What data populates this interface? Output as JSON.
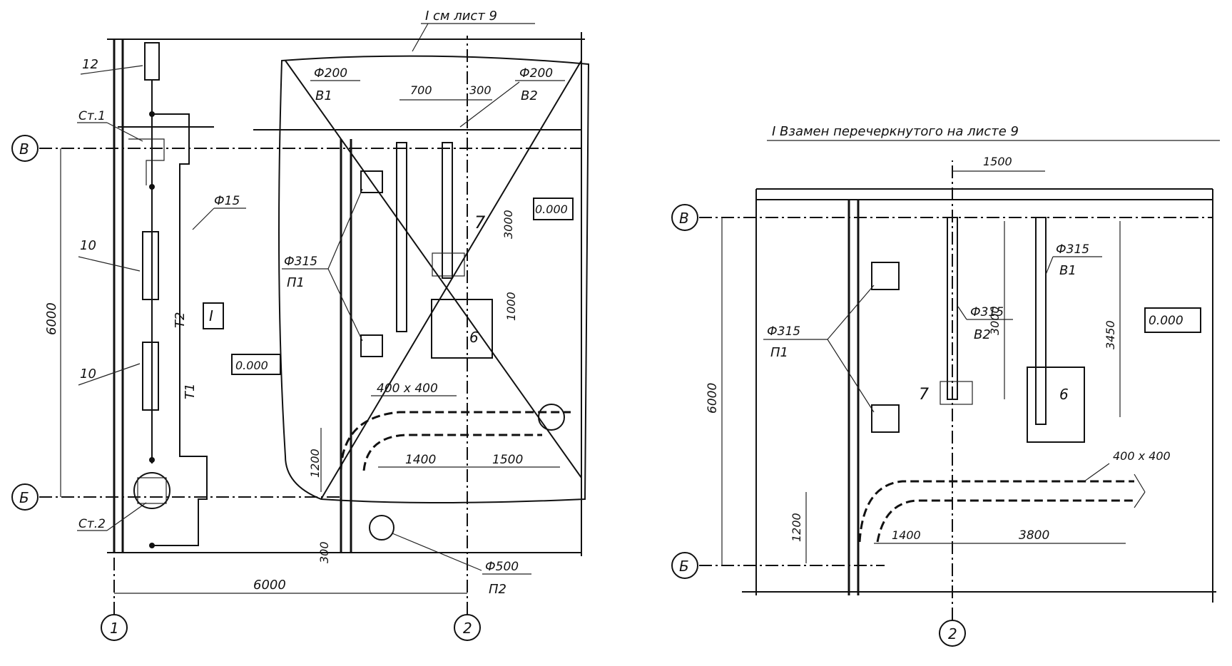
{
  "left_plan": {
    "reference_top": "I см лист 9",
    "axis_labels": {
      "B": "В",
      "Б": "Б",
      "1": "1",
      "2": "2"
    },
    "dims": {
      "d200_left": "Ф200",
      "d200_right": "Ф200",
      "d15": "Ф15",
      "d315": "Ф315",
      "d500": "Ф500",
      "dim_700": "700",
      "dim_300": "300",
      "dim_6000_v": "6000",
      "dim_6000_h": "6000",
      "dim_3000": "3000",
      "dim_1000": "1000",
      "dim_1200": "1200",
      "dim_1400": "1400",
      "dim_1500": "1500",
      "dim_300_b": "300",
      "duct": "400 х 400"
    },
    "codes": {
      "v1": "В1",
      "v2": "В2",
      "p1": "П1",
      "p2": "П2",
      "t1": "Т1",
      "t2": "Т2",
      "st1": "Ст.1",
      "st2": "Ст.2"
    },
    "items": {
      "n12": "12",
      "n10a": "10",
      "n10b": "10",
      "n7": "7",
      "n6": "6"
    },
    "room_label": "I",
    "level_marks": [
      "0.000",
      "0.000"
    ]
  },
  "right_plan": {
    "title": "I Взамен перечеркнутого на листе 9",
    "axis_labels": {
      "B": "В",
      "Б": "Б",
      "2": "2"
    },
    "dims": {
      "dim_1500": "1500",
      "d315_v1": "Ф315",
      "d315_v2": "Ф315",
      "d315_p1": "Ф315",
      "dim_3000": "3000",
      "dim_3450": "3450",
      "dim_6000": "6000",
      "dim_1200": "1200",
      "dim_1400": "1400",
      "dim_3800": "3800",
      "duct": "400 х 400"
    },
    "codes": {
      "v1": "В1",
      "v2": "В2",
      "p1": "П1"
    },
    "items": {
      "n7": "7",
      "n6": "6"
    },
    "level_mark": "0.000"
  }
}
